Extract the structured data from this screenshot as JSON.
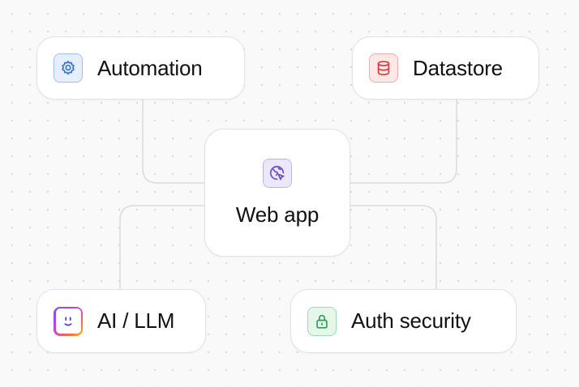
{
  "nodes": {
    "automation": {
      "label": "Automation",
      "icon": "gear-icon",
      "color": "#3b6fd4"
    },
    "datastore": {
      "label": "Datastore",
      "icon": "database-icon",
      "color": "#d93a3a"
    },
    "webapp": {
      "label": "Web app",
      "icon": "globe-cursor-icon",
      "color": "#6a4fc8"
    },
    "ai_llm": {
      "label": "AI / LLM",
      "icon": "smiley-face-icon",
      "color": "#7a4dff"
    },
    "auth": {
      "label": "Auth security",
      "icon": "lock-icon",
      "color": "#2e9e57"
    }
  },
  "connections": [
    {
      "from": "Automation",
      "to": "Web app"
    },
    {
      "from": "Datastore",
      "to": "Web app"
    },
    {
      "from": "AI / LLM",
      "to": "Web app"
    },
    {
      "from": "Auth security",
      "to": "Web app"
    }
  ]
}
